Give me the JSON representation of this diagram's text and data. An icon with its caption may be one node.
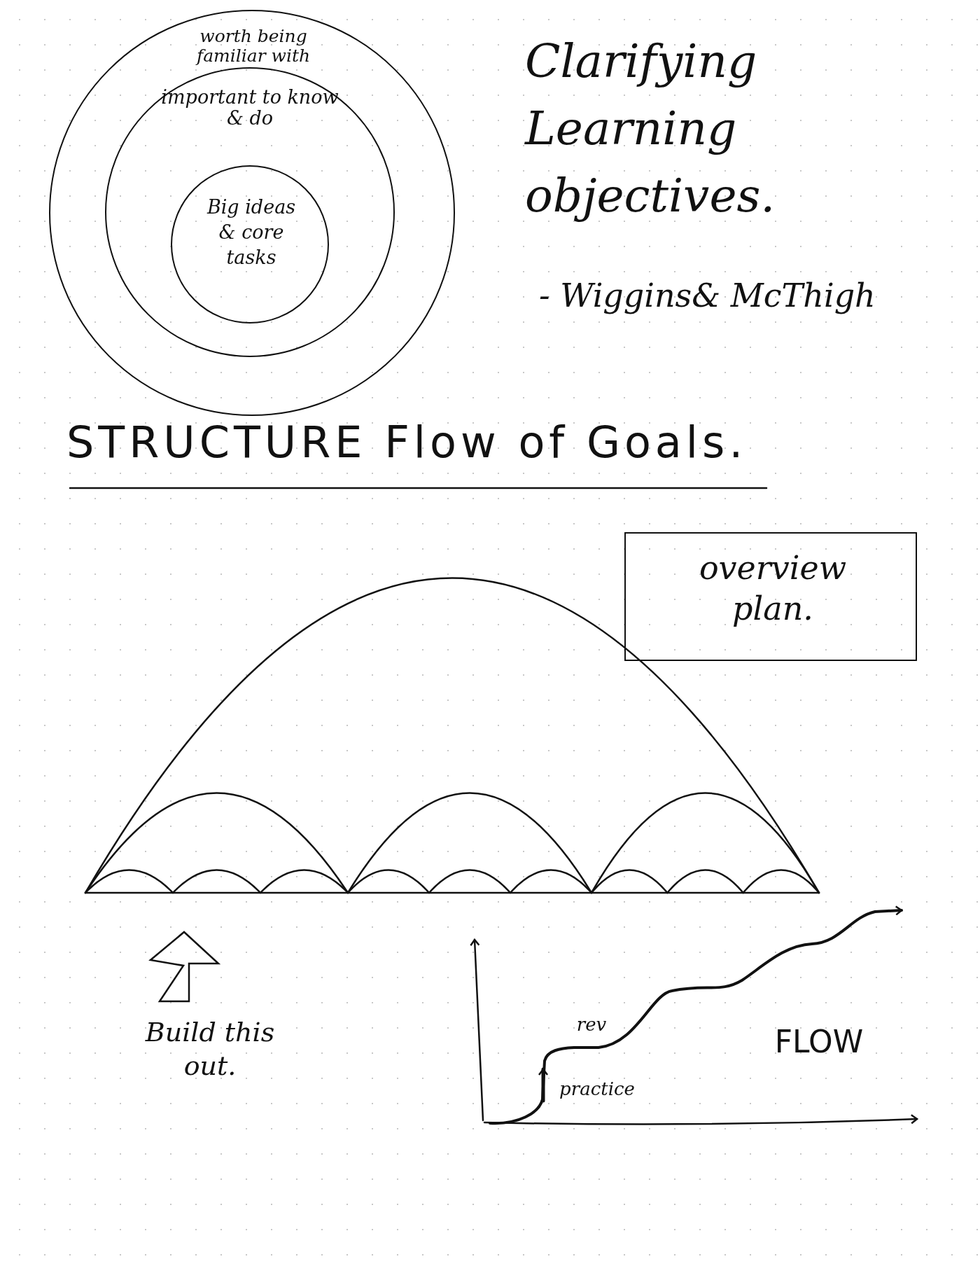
{
  "diagram": {
    "title": "STRUCTURE Flow of Goals.",
    "nodes": [
      {
        "text": [
          "worth being familiar with"
        ]
      },
      {
        "text": [
          "important to know & do"
        ],
        "in": 0
      },
      {
        "text": [
          "Big ideas & core tasks"
        ],
        "in": 1
      },
      {
        "text": [
          "overview plan."
        ]
      }
    ],
    "edges": [],
    "labels": [
      "Clarifying Learning objectives.",
      "- Wiggins& McThigh",
      "Build this out.",
      "rev",
      "practice",
      "FLOW"
    ]
  }
}
